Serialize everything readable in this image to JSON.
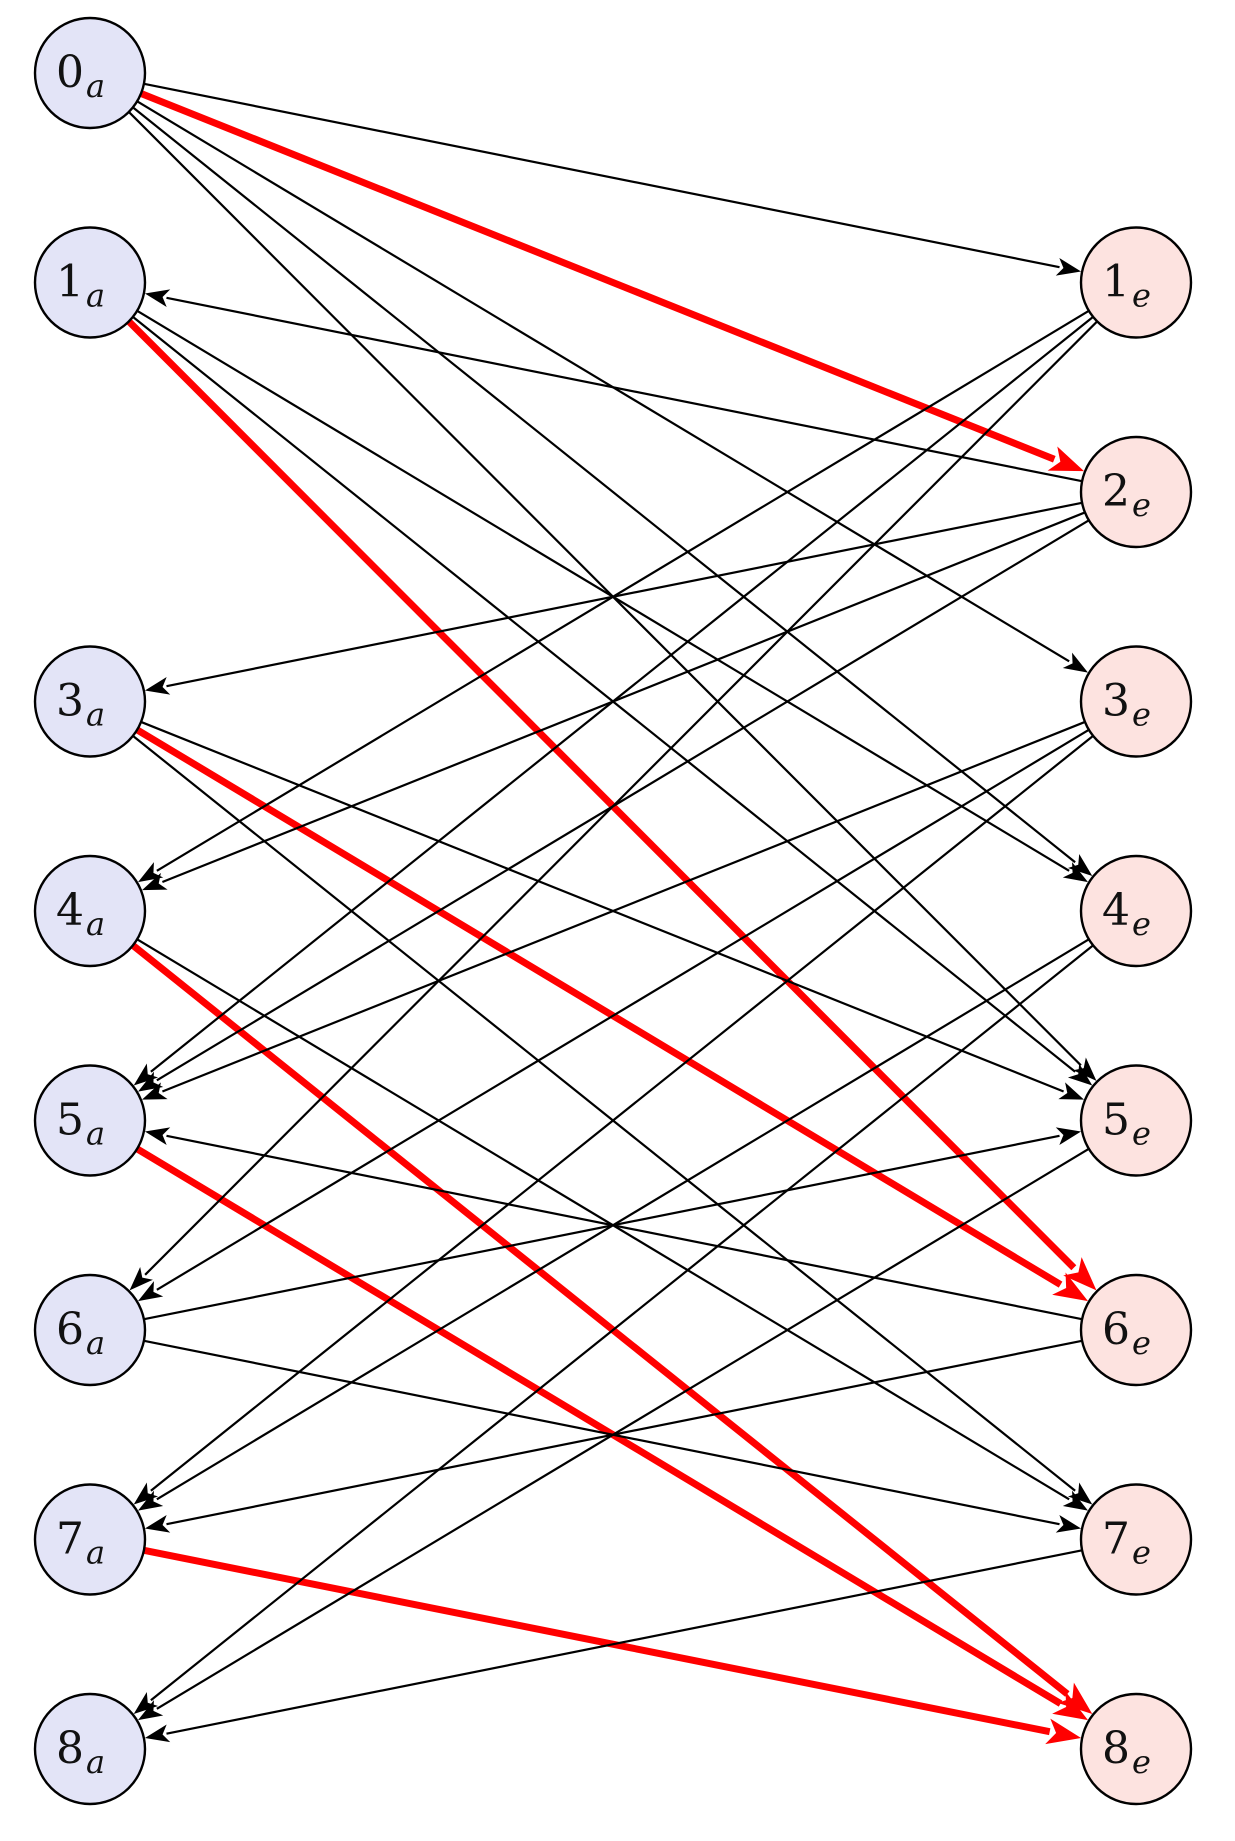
{
  "diagram": {
    "type": "bipartite-directed-graph",
    "colors": {
      "left_fill": "#e3e4f7",
      "right_fill": "#fde3e0",
      "edge_default": "#000000",
      "edge_highlight": "#ff0000",
      "node_stroke": "#000000"
    },
    "left_nodes": [
      {
        "id": "0a",
        "num": "0",
        "sub": "a",
        "row": 0
      },
      {
        "id": "1a",
        "num": "1",
        "sub": "a",
        "row": 1
      },
      {
        "id": "3a",
        "num": "3",
        "sub": "a",
        "row": 3
      },
      {
        "id": "4a",
        "num": "4",
        "sub": "a",
        "row": 4
      },
      {
        "id": "5a",
        "num": "5",
        "sub": "a",
        "row": 5
      },
      {
        "id": "6a",
        "num": "6",
        "sub": "a",
        "row": 6
      },
      {
        "id": "7a",
        "num": "7",
        "sub": "a",
        "row": 7
      },
      {
        "id": "8a",
        "num": "8",
        "sub": "a",
        "row": 8
      }
    ],
    "right_nodes": [
      {
        "id": "1e",
        "num": "1",
        "sub": "e",
        "row": 1
      },
      {
        "id": "2e",
        "num": "2",
        "sub": "e",
        "row": 2
      },
      {
        "id": "3e",
        "num": "3",
        "sub": "e",
        "row": 3
      },
      {
        "id": "4e",
        "num": "4",
        "sub": "e",
        "row": 4
      },
      {
        "id": "5e",
        "num": "5",
        "sub": "e",
        "row": 5
      },
      {
        "id": "6e",
        "num": "6",
        "sub": "e",
        "row": 6
      },
      {
        "id": "7e",
        "num": "7",
        "sub": "e",
        "row": 7
      },
      {
        "id": "8e",
        "num": "8",
        "sub": "e",
        "row": 8
      }
    ],
    "edges": [
      {
        "from": "0a",
        "to": "1e",
        "highlight": false
      },
      {
        "from": "0a",
        "to": "2e",
        "highlight": true
      },
      {
        "from": "0a",
        "to": "3e",
        "highlight": false
      },
      {
        "from": "0a",
        "to": "4e",
        "highlight": false
      },
      {
        "from": "0a",
        "to": "5e",
        "highlight": false
      },
      {
        "from": "1a",
        "to": "4e",
        "highlight": false
      },
      {
        "from": "1a",
        "to": "5e",
        "highlight": false
      },
      {
        "from": "1a",
        "to": "6e",
        "highlight": true
      },
      {
        "from": "3a",
        "to": "5e",
        "highlight": false
      },
      {
        "from": "3a",
        "to": "6e",
        "highlight": true
      },
      {
        "from": "3a",
        "to": "7e",
        "highlight": false
      },
      {
        "from": "4a",
        "to": "7e",
        "highlight": false
      },
      {
        "from": "4a",
        "to": "8e",
        "highlight": true
      },
      {
        "from": "5a",
        "to": "8e",
        "highlight": true
      },
      {
        "from": "6a",
        "to": "5e",
        "highlight": false
      },
      {
        "from": "6a",
        "to": "7e",
        "highlight": false
      },
      {
        "from": "7a",
        "to": "8e",
        "highlight": true
      },
      {
        "from": "1e",
        "to": "4a",
        "highlight": false
      },
      {
        "from": "1e",
        "to": "5a",
        "highlight": false
      },
      {
        "from": "1e",
        "to": "6a",
        "highlight": false
      },
      {
        "from": "2e",
        "to": "1a",
        "highlight": false
      },
      {
        "from": "2e",
        "to": "3a",
        "highlight": false
      },
      {
        "from": "2e",
        "to": "4a",
        "highlight": false
      },
      {
        "from": "2e",
        "to": "5a",
        "highlight": false
      },
      {
        "from": "3e",
        "to": "5a",
        "highlight": false
      },
      {
        "from": "3e",
        "to": "6a",
        "highlight": false
      },
      {
        "from": "3e",
        "to": "7a",
        "highlight": false
      },
      {
        "from": "4e",
        "to": "7a",
        "highlight": false
      },
      {
        "from": "4e",
        "to": "8a",
        "highlight": false
      },
      {
        "from": "5e",
        "to": "8a",
        "highlight": false
      },
      {
        "from": "6e",
        "to": "5a",
        "highlight": false
      },
      {
        "from": "6e",
        "to": "7a",
        "highlight": false
      },
      {
        "from": "7e",
        "to": "8a",
        "highlight": false
      }
    ]
  }
}
